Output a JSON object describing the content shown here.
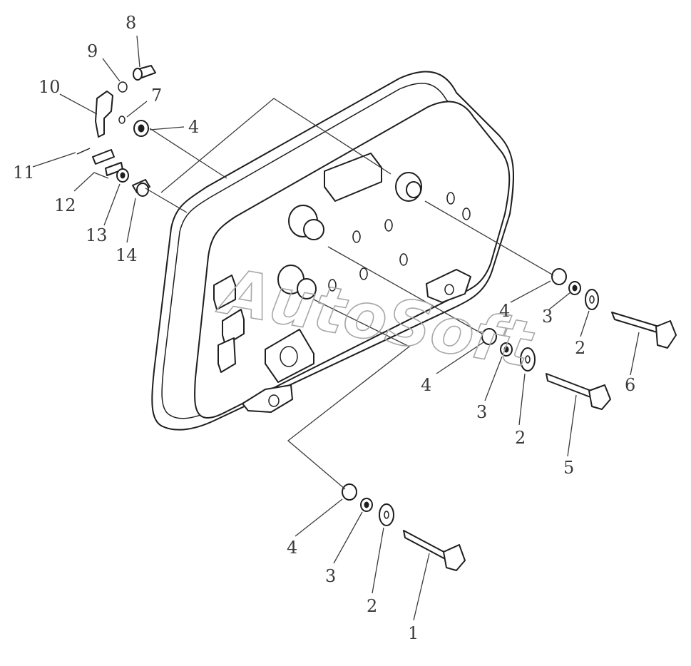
{
  "watermark": "AutoSoft",
  "callouts": {
    "c8": "8",
    "c9": "9",
    "c10": "10",
    "c7": "7",
    "c4a": "4",
    "c11": "11",
    "c12": "12",
    "c13": "13",
    "c14": "14",
    "c4b": "4",
    "c3b": "3",
    "c2b": "2",
    "c6": "6",
    "c4c": "4",
    "c3c": "3",
    "c2c": "2",
    "c5": "5",
    "c4d": "4",
    "c3d": "3",
    "c2d": "2",
    "c1": "1"
  }
}
